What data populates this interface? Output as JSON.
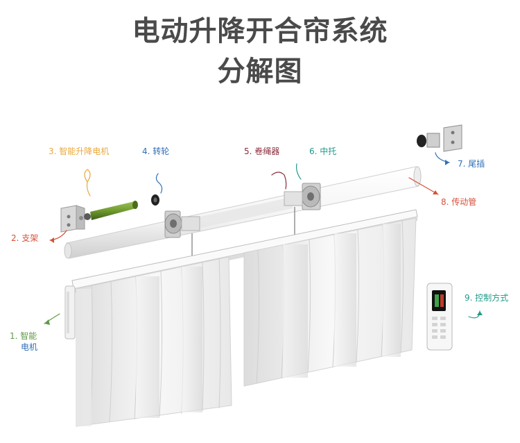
{
  "title": {
    "line1": "电动升降开合帘系统",
    "line2": "分解图",
    "color": "#4a4a4a"
  },
  "labels": {
    "motor_lift": "3. 智能升降电机",
    "gear": "4. 转轮",
    "rope_reel": "5. 卷绳器",
    "mid_support": "6. 中托",
    "end_plug": "7. 尾插",
    "drive_tube": "8. 传动管",
    "bracket": "2. 支架",
    "motor_track_num": "1. 智能",
    "motor_track_text": "电机",
    "remote": "9. 控制方式"
  },
  "colors": {
    "yellow": "#e8a93a",
    "blue": "#2e6fb7",
    "maroon": "#8a2b3b",
    "teal": "#1e9a88",
    "red": "#d8503a",
    "green": "#5e9a45",
    "motor_green": "#6f9a2e",
    "tube": "#f2f2f2",
    "curtain": "#f4f4f4"
  }
}
